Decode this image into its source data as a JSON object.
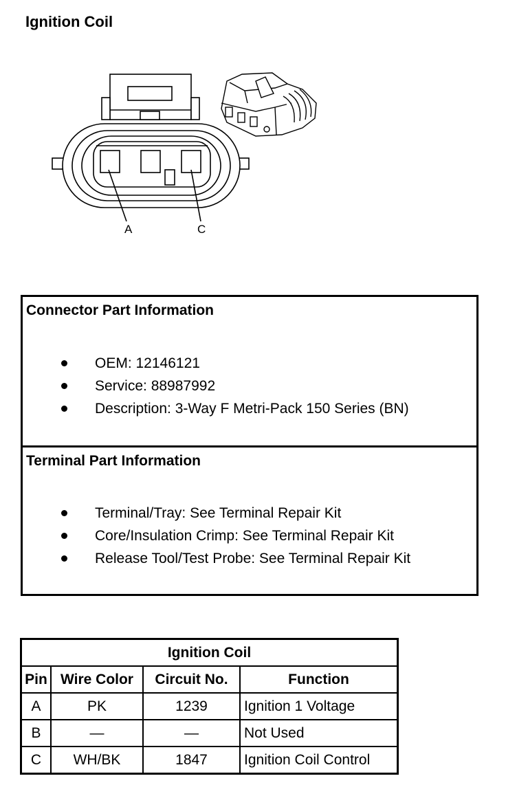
{
  "title": "Ignition Coil",
  "diagram": {
    "labels": {
      "a": "A",
      "c": "C"
    }
  },
  "connector_info": {
    "heading": "Connector Part Information",
    "items": [
      "OEM: 12146121",
      "Service: 88987992",
      "Description: 3-Way F Metri-Pack 150 Series (BN)"
    ]
  },
  "terminal_info": {
    "heading": "Terminal Part Information",
    "items": [
      "Terminal/Tray: See Terminal Repair Kit",
      "Core/Insulation Crimp: See Terminal Repair Kit",
      "Release Tool/Test Probe: See Terminal Repair Kit"
    ]
  },
  "pin_table": {
    "caption": "Ignition Coil",
    "headers": [
      "Pin",
      "Wire Color",
      "Circuit No.",
      "Function"
    ],
    "rows": [
      [
        "A",
        "PK",
        "1239",
        "Ignition 1 Voltage"
      ],
      [
        "B",
        "—",
        "—",
        "Not Used"
      ],
      [
        "C",
        "WH/BK",
        "1847",
        "Ignition Coil Control"
      ]
    ]
  }
}
